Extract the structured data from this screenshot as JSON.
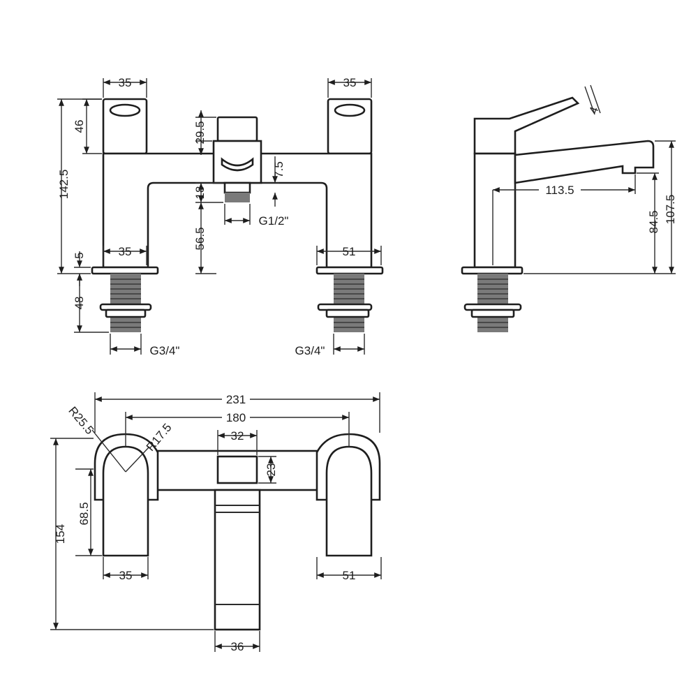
{
  "dimensions": {
    "front": {
      "handle_width_left": "35",
      "handle_width_right": "35",
      "handle_height": "46",
      "overall_height": "142.5",
      "diverter_height": "29.5",
      "diverter_offset": "7.5",
      "outlet_height": "18",
      "spout_clearance": "56.5",
      "outlet_thread": "G1/2\"",
      "base_left": "35",
      "base_right": "51",
      "base_plate": "5",
      "shank_length": "48",
      "shank_thread_left": "G3/4\"",
      "shank_thread_right": "G3/4\""
    },
    "side": {
      "handle_angle": "4",
      "spout_reach": "113.5",
      "spout_outlet_height": "84.5",
      "spout_top_height": "107.5"
    },
    "plan": {
      "overall_width": "231",
      "centres": "180",
      "outer_radius": "R25.5",
      "inner_radius": "R17.5",
      "diverter_width": "32",
      "diverter_depth": "23",
      "handle_depth": "68.5",
      "overall_depth": "154",
      "handle_width_left": "35",
      "handle_width_right": "51",
      "spout_width": "36"
    }
  },
  "colors": {
    "line": "#1e1e1e",
    "thread": "#7a7a7a",
    "background": "#ffffff"
  }
}
